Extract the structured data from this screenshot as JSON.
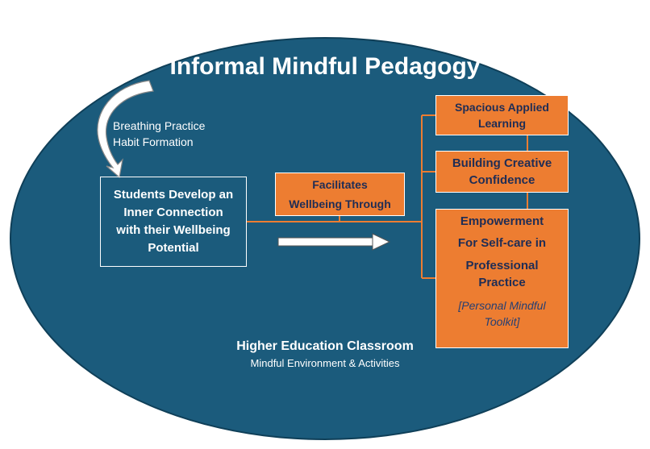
{
  "title": "Informal Mindful Pedagogy",
  "practices": [
    "Breathing Practice",
    "Habit Formation"
  ],
  "students_box": [
    "Students Develop an",
    "Inner Connection",
    "with their Wellbeing",
    "Potential"
  ],
  "facilitates_box": [
    "Facilitates",
    "Wellbeing Through"
  ],
  "outcomes": {
    "spacious": [
      "Spacious Applied",
      "Learning"
    ],
    "creative": [
      "Building Creative",
      "Confidence"
    ],
    "empowerment": [
      "Empowerment",
      "For Self-care in",
      "Professional",
      "Practice"
    ],
    "toolkit": [
      "[Personal Mindful",
      "Toolkit]"
    ]
  },
  "context": {
    "title": "Higher Education Classroom",
    "subtitle": "Mindful Environment & Activities"
  },
  "colors": {
    "background_ellipse": "#1b5b7c",
    "box_orange": "#ed7d31",
    "box_text": "#1f2d55",
    "white": "#ffffff"
  },
  "icons": [
    "curved-arrow-icon",
    "right-arrow-icon"
  ]
}
